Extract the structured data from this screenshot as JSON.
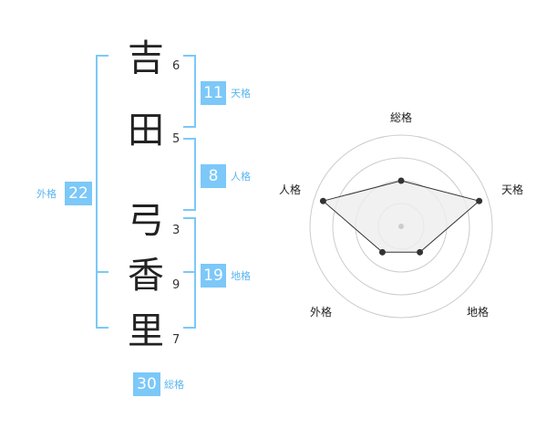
{
  "name": {
    "chars": [
      {
        "char": "吉",
        "strokes": "6"
      },
      {
        "char": "田",
        "strokes": "5"
      },
      {
        "char": "弓",
        "strokes": "3"
      },
      {
        "char": "香",
        "strokes": "9"
      },
      {
        "char": "里",
        "strokes": "7"
      }
    ]
  },
  "kaku": {
    "tenkaku": {
      "value": "11",
      "label": "天格"
    },
    "jinkaku": {
      "value": "8",
      "label": "人格"
    },
    "chikaku": {
      "value": "19",
      "label": "地格"
    },
    "gaikaku": {
      "value": "22",
      "label": "外格"
    },
    "soukaku": {
      "value": "30",
      "label": "総格"
    }
  },
  "chart_data": {
    "type": "radar",
    "axes": [
      "総格",
      "天格",
      "地格",
      "外格",
      "人格"
    ],
    "values": [
      0.5,
      0.9,
      0.35,
      0.35,
      0.9
    ],
    "max": 1,
    "rings": 4
  },
  "colors": {
    "accent": "#7cc8f8",
    "label": "#5bb5ef",
    "text": "#222222"
  }
}
